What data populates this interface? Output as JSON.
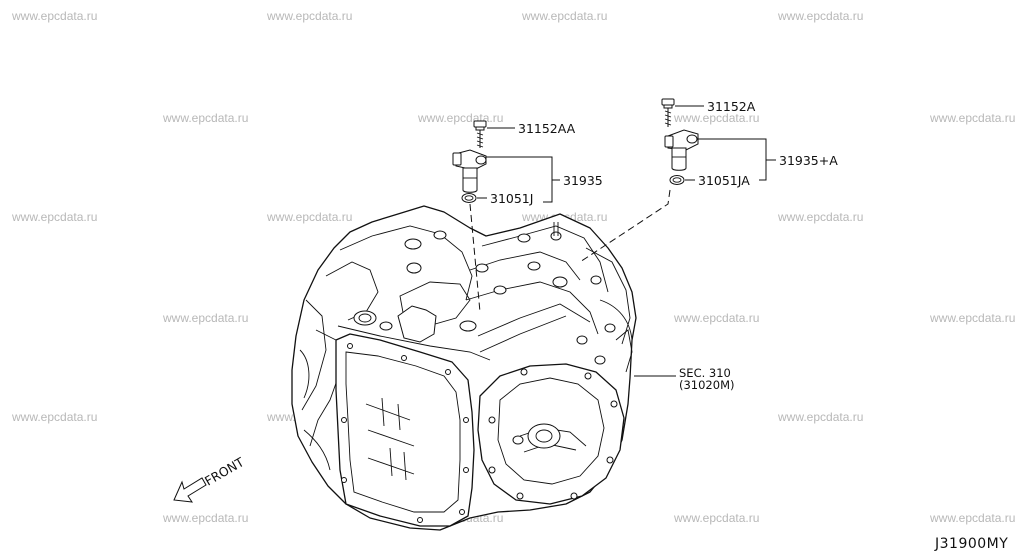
{
  "watermark": "www.epcdata.ru",
  "diagram_code": "J31900MY",
  "front_label": "FRONT",
  "section_ref": {
    "line1": "SEC. 310",
    "line2": "(31020M)"
  },
  "left_sensor": {
    "bolt": "31152AA",
    "sensor": "31935",
    "oring": "31051J"
  },
  "right_sensor": {
    "bolt": "31152A",
    "sensor": "31935+A",
    "oring": "31051JA"
  }
}
